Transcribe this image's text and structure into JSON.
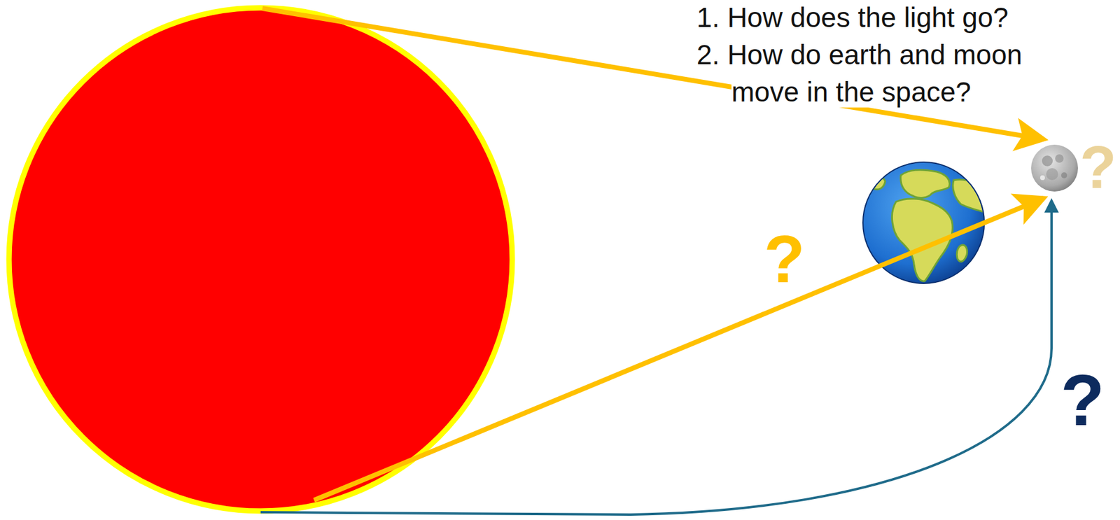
{
  "diagram": {
    "labels": [
      "1. How does the light go?",
      "2. How do earth and moon move in the space?",
      "?",
      "?",
      "?"
    ]
  }
}
